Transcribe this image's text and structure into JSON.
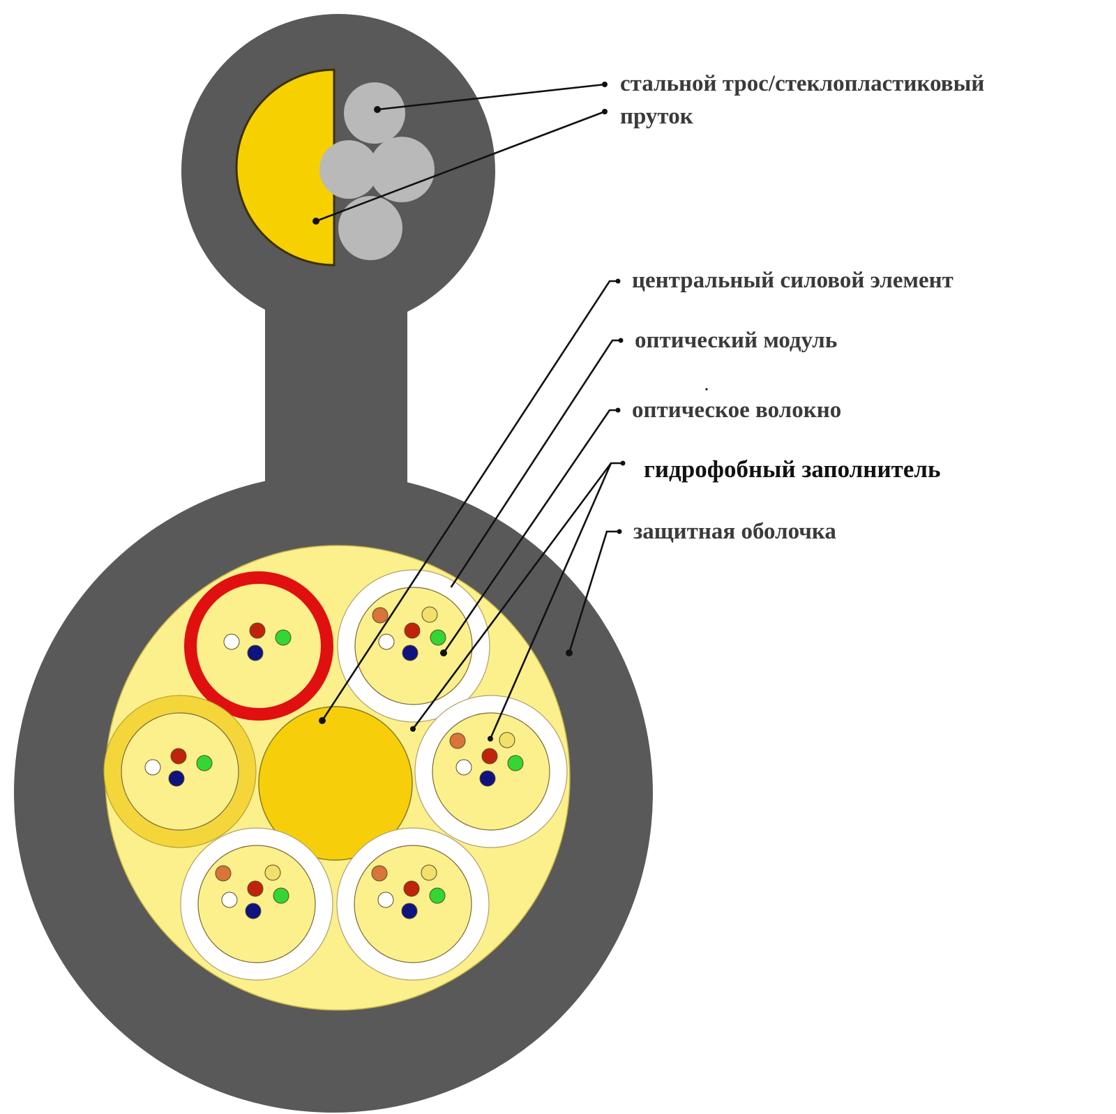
{
  "labels": {
    "messenger_line1": "стальной трос/стеклопластиковый",
    "messenger_line2": "пруток",
    "central_member": "центральный силовой элемент",
    "optical_module": "оптический модуль",
    "optical_fiber": "оптическое волокно",
    "hydrophobic_filler": "гидрофобный заполнитель",
    "protective_sheath": "защитная оболочка"
  },
  "colors": {
    "sheath": "#595959",
    "filler": "#fbf08c",
    "central_member": "#f6cf0a",
    "messenger_fill": "#f7d000",
    "steel_wire": "#b9b9b9",
    "marker_module": "#e01010",
    "module_tube": "#ffffff",
    "module_yellow": "#f5d63a",
    "fiber_white": "#ffffff",
    "fiber_red": "#c0230c",
    "fiber_green": "#33d633",
    "fiber_blue": "#0e137f",
    "fiber_orange": "#d9743a",
    "fiber_yellow": "#f3e06a"
  }
}
